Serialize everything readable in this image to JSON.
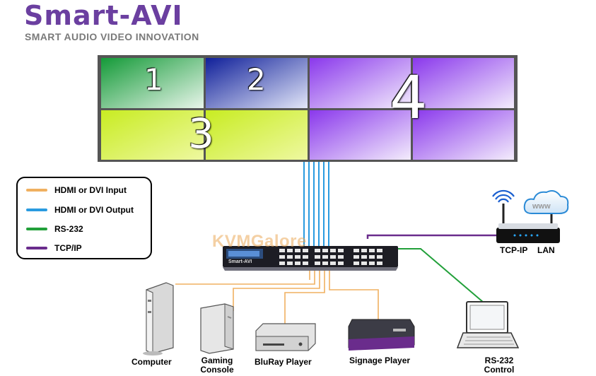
{
  "brand": {
    "logo_text": "Smart-AVI",
    "tagline": "SMART AUDIO VIDEO INNOVATION"
  },
  "video_wall": {
    "zones": [
      {
        "label": "1",
        "color": "#1c8c3a"
      },
      {
        "label": "2",
        "color": "#1a2ea8"
      },
      {
        "label": "3",
        "color": "#cfee2a"
      },
      {
        "label": "4",
        "color": "#8c3ee8"
      }
    ]
  },
  "legend": {
    "items": [
      {
        "label": "HDMI or DVI Input",
        "color": "#f0b060"
      },
      {
        "label": "HDMI or DVI Output",
        "color": "#2a9be0"
      },
      {
        "label": "RS-232",
        "color": "#22a03a"
      },
      {
        "label": "TCP/IP",
        "color": "#6a2c8c"
      }
    ]
  },
  "watermark": "KVMGalore",
  "switcher": {
    "brand": "Smart-AVI"
  },
  "network": {
    "cloud_label": "www",
    "tcp_ip_label": "TCP-IP",
    "lan_label": "LAN"
  },
  "devices": {
    "computer": "Computer",
    "gaming_line1": "Gaming",
    "gaming_line2": "Console",
    "bluray": "BluRay Player",
    "signage": "Signage Player",
    "rs232_line1": "RS-232",
    "rs232_line2": "Control"
  }
}
